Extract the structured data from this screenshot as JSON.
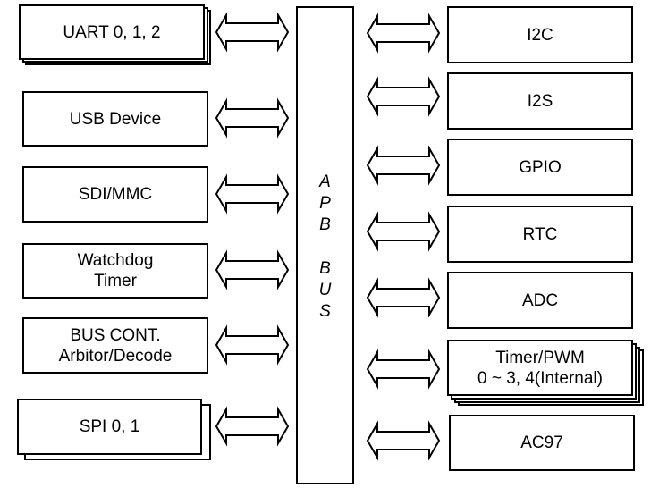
{
  "diagram": {
    "bus": {
      "label_letters": [
        "A",
        "P",
        "B",
        "",
        "B",
        "U",
        "S"
      ],
      "label": "APB BUS"
    },
    "left_blocks": [
      {
        "id": "uart",
        "lines": [
          "UART 0, 1, 2"
        ],
        "stacked": 3
      },
      {
        "id": "usb-device",
        "lines": [
          "USB Device"
        ],
        "stacked": 1
      },
      {
        "id": "sdi-mmc",
        "lines": [
          "SDI/MMC"
        ],
        "stacked": 1
      },
      {
        "id": "watchdog-timer",
        "lines": [
          "Watchdog",
          "Timer"
        ],
        "stacked": 1
      },
      {
        "id": "bus-cont",
        "lines": [
          "BUS CONT.",
          "Arbitor/Decode"
        ],
        "stacked": 1
      },
      {
        "id": "spi",
        "lines": [
          "SPI 0, 1"
        ],
        "stacked": 2
      }
    ],
    "right_blocks": [
      {
        "id": "i2c",
        "lines": [
          "I2C"
        ],
        "stacked": 1
      },
      {
        "id": "i2s",
        "lines": [
          "I2S"
        ],
        "stacked": 1
      },
      {
        "id": "gpio",
        "lines": [
          "GPIO"
        ],
        "stacked": 1
      },
      {
        "id": "rtc",
        "lines": [
          "RTC"
        ],
        "stacked": 1
      },
      {
        "id": "adc",
        "lines": [
          "ADC"
        ],
        "stacked": 1
      },
      {
        "id": "timer-pwm",
        "lines": [
          "Timer/PWM",
          "0 ~ 3, 4(Internal)"
        ],
        "stacked": 4
      },
      {
        "id": "ac97",
        "lines": [
          "AC97"
        ],
        "stacked": 1
      }
    ],
    "connector": "bidirectional-arrow"
  }
}
